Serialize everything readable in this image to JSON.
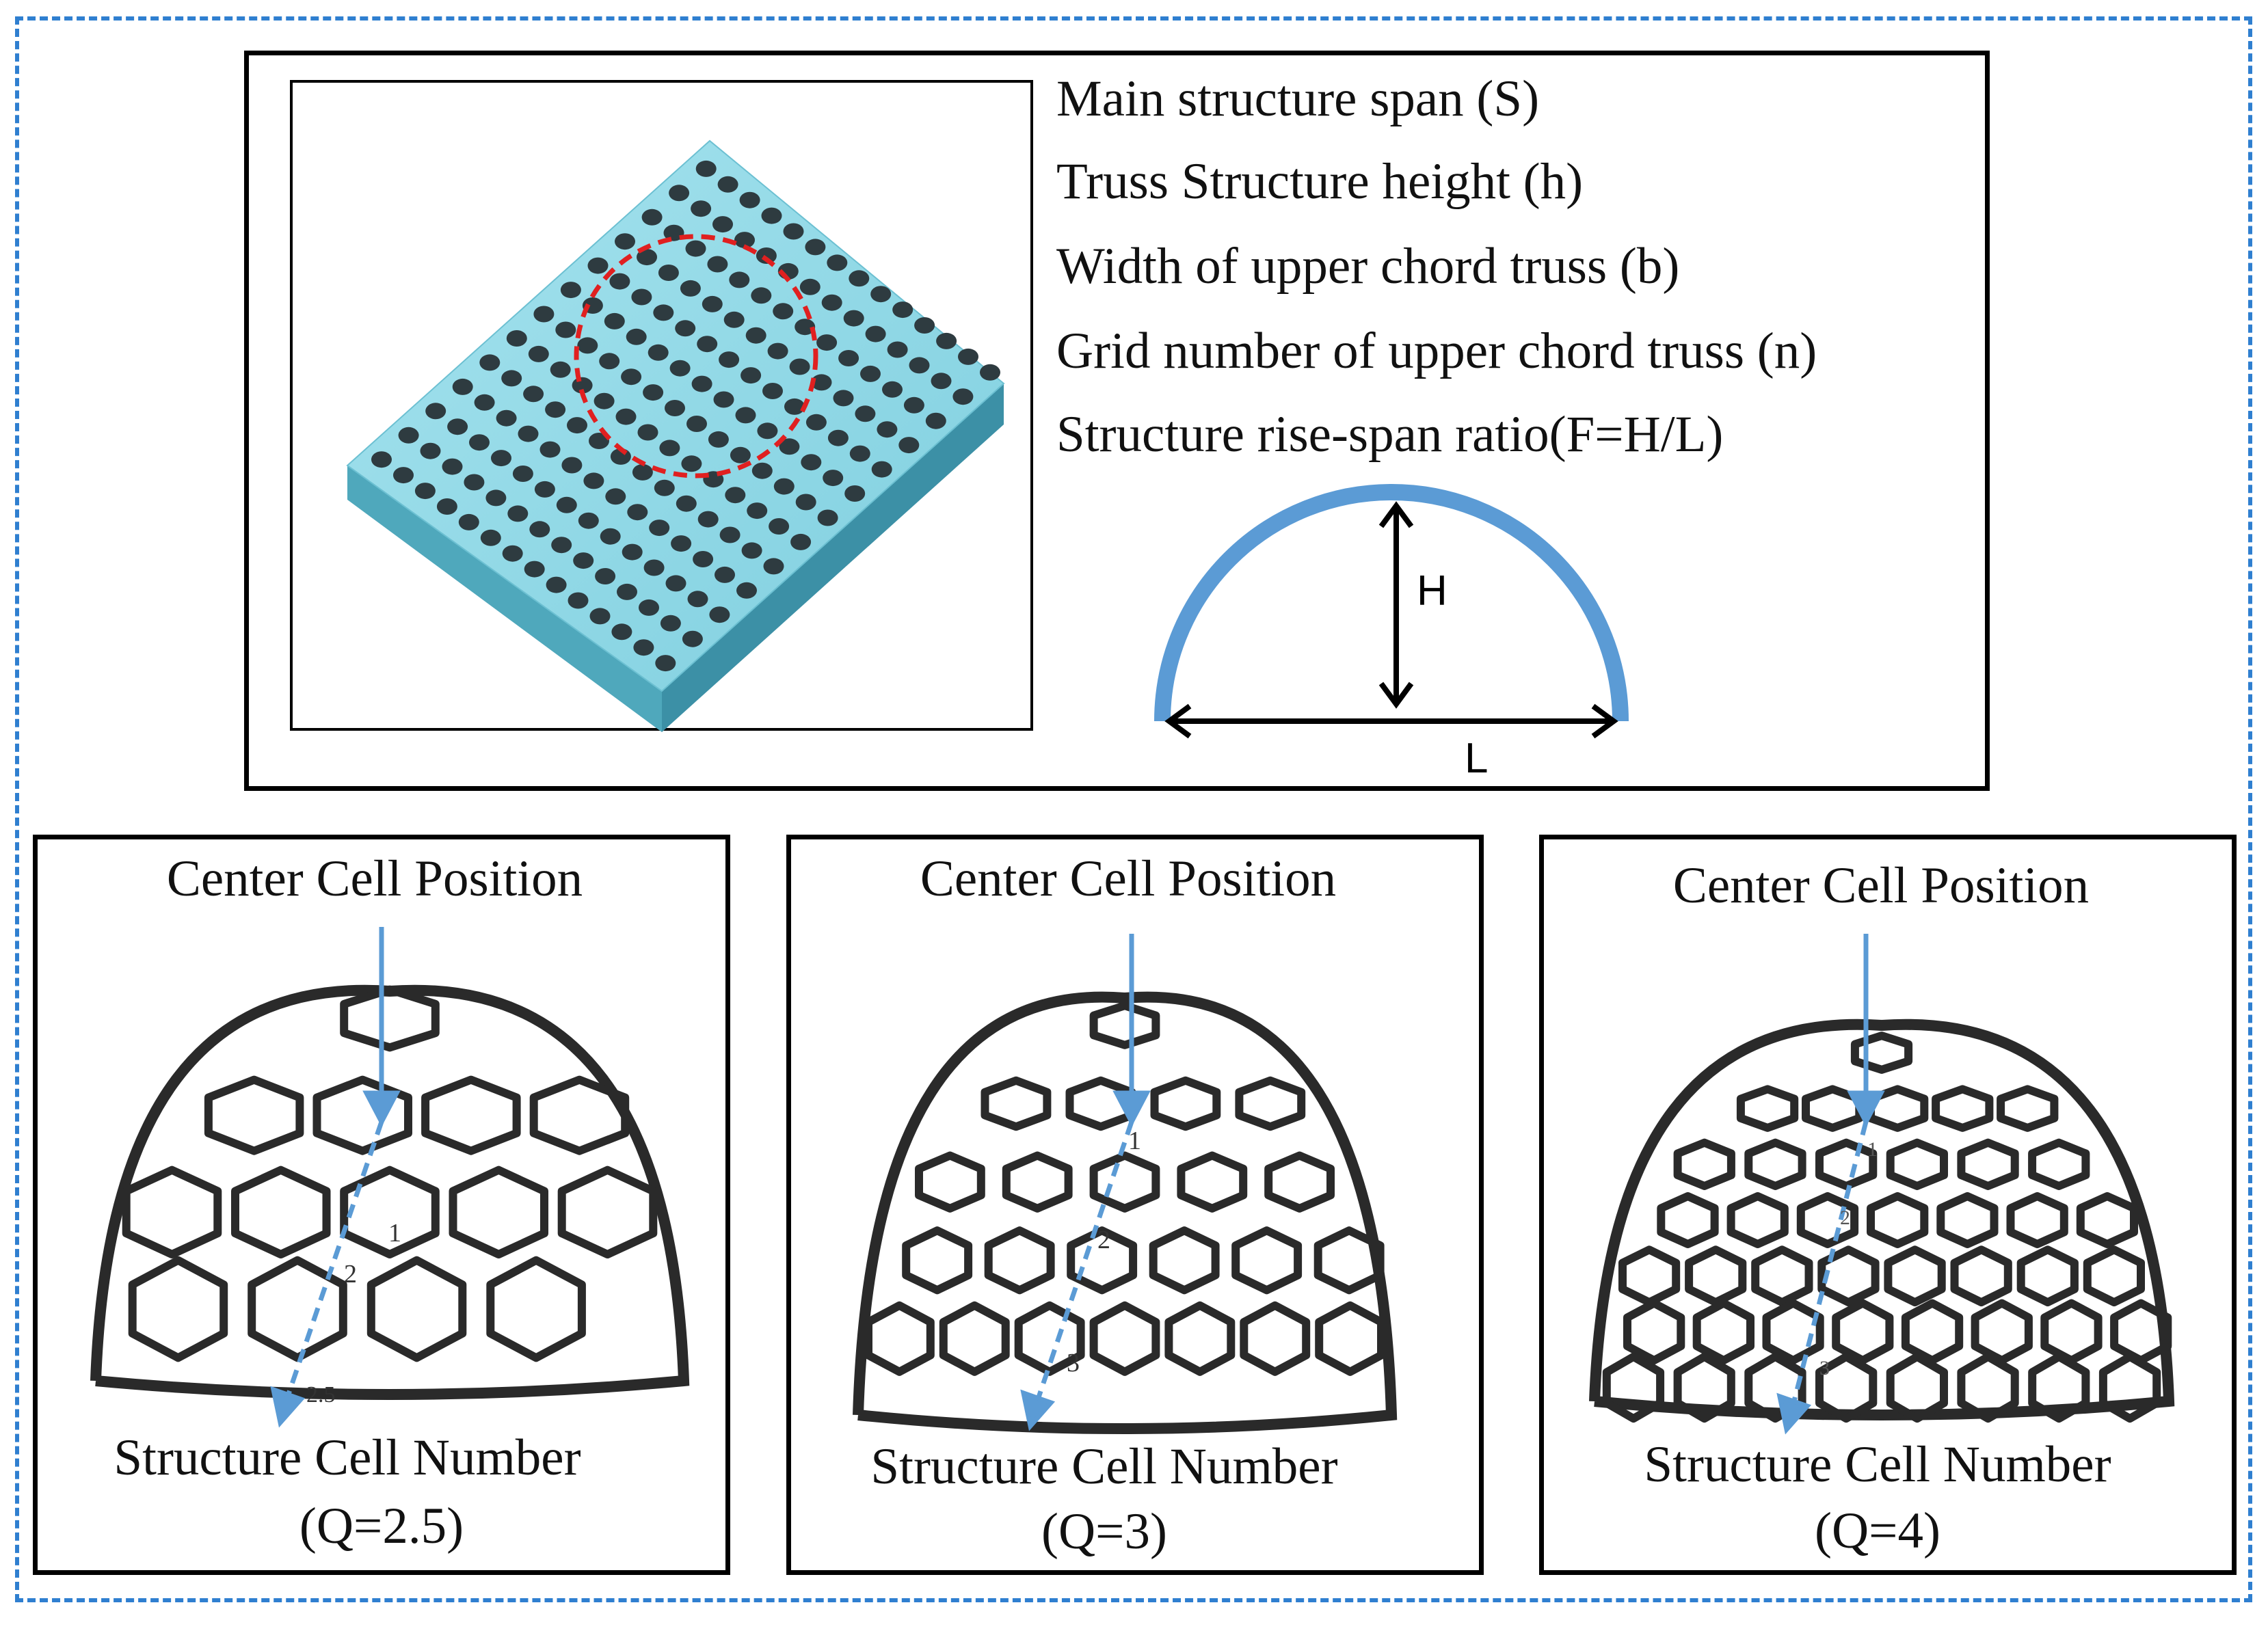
{
  "top_panel": {
    "params": [
      "Main structure span (S)",
      "Truss Structure height (h)",
      "Width of upper chord truss (b)",
      "Grid number of upper chord truss (n)",
      "Structure rise-span ratio(F=H/L)"
    ],
    "arch_label_H": "H",
    "arch_label_L": "L"
  },
  "panels": [
    {
      "top_label": "Center Cell Position",
      "bottom_label": "Structure Cell Number",
      "q_label": "(Q=2.5)",
      "cell_numbers": [
        "1",
        "2",
        "2.5"
      ]
    },
    {
      "top_label": "Center Cell Position",
      "bottom_label": "Structure Cell Number",
      "q_label": "(Q=3)",
      "cell_numbers": [
        "1",
        "2",
        "3"
      ]
    },
    {
      "top_label": "Center Cell Position",
      "bottom_label": "Structure Cell Number",
      "q_label": "(Q=4)",
      "cell_numbers": [
        "1",
        "2",
        "3"
      ]
    }
  ],
  "colors": {
    "border_dash": "#2f7fd0",
    "arrow_blue": "#5b9bd5",
    "plate": "#8fd6e3",
    "circle_red": "#e02020"
  }
}
